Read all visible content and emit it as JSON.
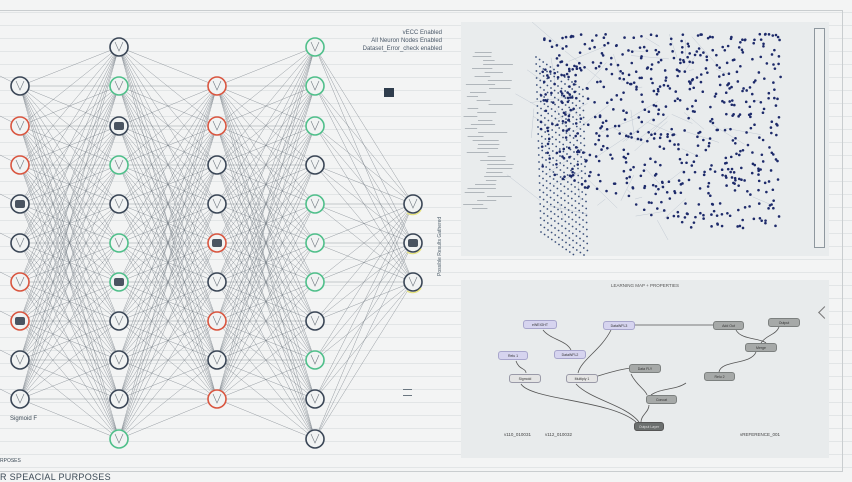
{
  "status_lines": [
    "vECC Enabled",
    "All Neuron Nodes Enabled",
    "Dataset_Error_check enabled"
  ],
  "output_label": "Possible Results Gathered",
  "activation_label": "Sigmoid F",
  "footer_small": "RPOSES",
  "footer_large": "R SPEACIAL PURPOSES",
  "map": {
    "title": "LEARNING MAP + PROPERTIES",
    "nodes": [
      "eWEIGHT",
      "DataWFL2",
      "Relu 1",
      "DataWFL3",
      "Sigmoid",
      "Multiply 1",
      "Data FLY",
      "Add Out",
      "Output",
      "Merge",
      "Relu 2",
      "Concat",
      "Output Layer"
    ],
    "versions": [
      "v110_010031",
      "v112_010032",
      "vREFERENCE_001"
    ]
  },
  "colors": {
    "red": "#d9553f",
    "green": "#4fbf8a",
    "dark": "#3a4656",
    "yellow": "#e6e27a"
  }
}
